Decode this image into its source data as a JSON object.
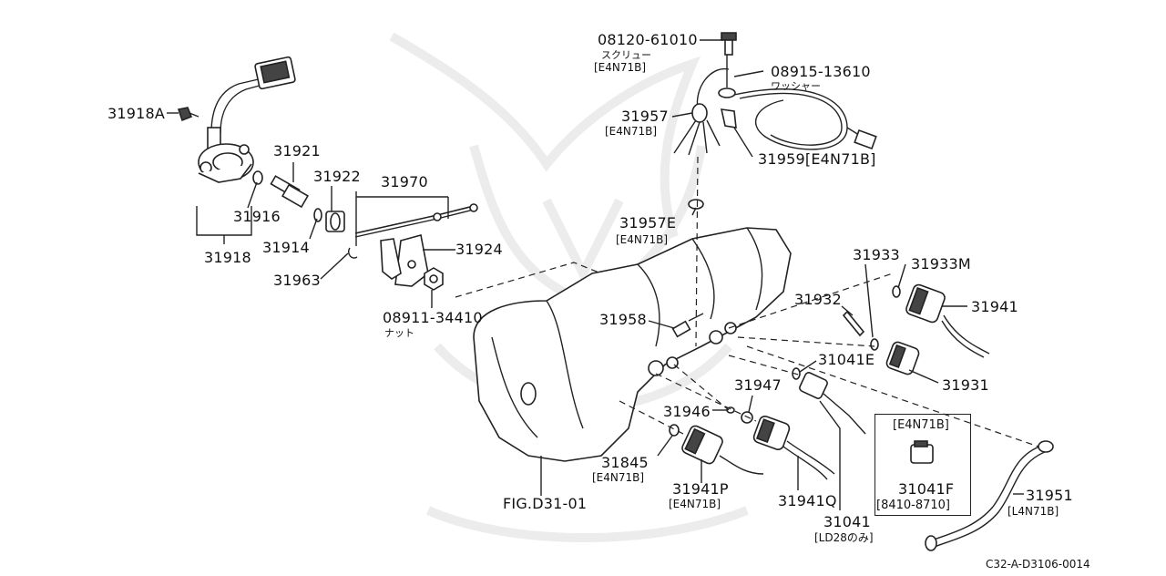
{
  "labels": {
    "p08120": "08120-61010",
    "p08120_jp": "スクリュー",
    "p08120_note": "[E4N71B]",
    "p08915": "08915-13610",
    "p08915_jp": "ワッシャー",
    "p31957": "31957",
    "p31957_note": "[E4N71B]",
    "p31959": "31959[E4N71B]",
    "p31957E": "31957E",
    "p31957E_note": "[E4N71B]",
    "p31918A": "31918A",
    "p31921": "31921",
    "p31922": "31922",
    "p31970": "31970",
    "p31916": "31916",
    "p31914": "31914",
    "p31918": "31918",
    "p31963": "31963",
    "p31924": "31924",
    "p08911": "08911-34410",
    "p08911_jp": "ナット",
    "p31933": "31933",
    "p31933M": "31933M",
    "p31932": "31932",
    "p31941": "31941",
    "p31958": "31958",
    "p31041E": "31041E",
    "p31931": "31931",
    "p31947": "31947",
    "p31946": "31946",
    "p31845": "31845",
    "p31845_note": "[E4N71B]",
    "p31941P": "31941P",
    "p31941P_note": "[E4N71B]",
    "p31941Q": "31941Q",
    "fig": "FIG.D31-01",
    "p31041": "31041",
    "p31041_note": "[LD28のみ]",
    "box_note": "[E4N71B]",
    "p31041F": "31041F",
    "p31041F_note": "[8410-8710]",
    "p31951": "31951",
    "p31951_note": "[L4N71B]",
    "code": "C32-A-D3106-0014"
  }
}
